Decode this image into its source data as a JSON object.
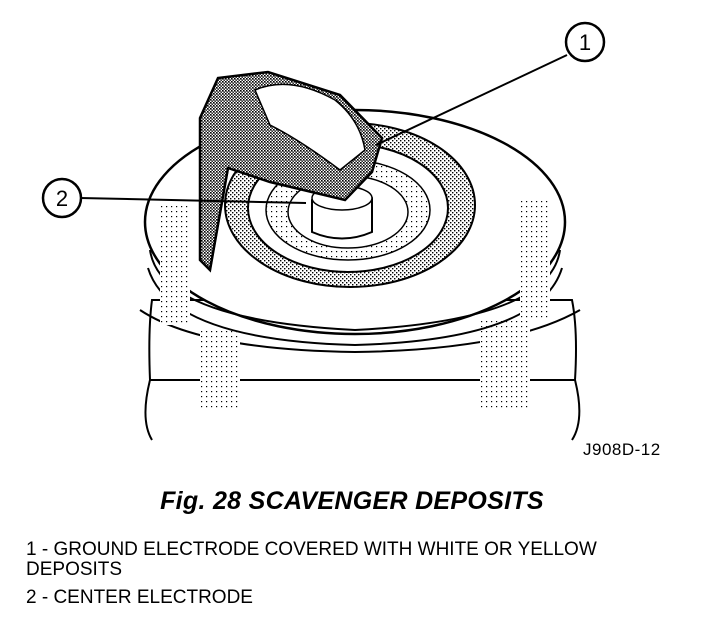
{
  "figure": {
    "code": "J908D-12",
    "callouts": [
      {
        "number": "1",
        "target": "ground-electrode"
      },
      {
        "number": "2",
        "target": "center-electrode"
      }
    ]
  },
  "caption": "Fig. 28 SCAVENGER DEPOSITS",
  "legend": [
    {
      "text": "1 - GROUND ELECTRODE COVERED WITH WHITE OR YELLOW DEPOSITS"
    },
    {
      "text": "2 - CENTER ELECTRODE"
    }
  ]
}
